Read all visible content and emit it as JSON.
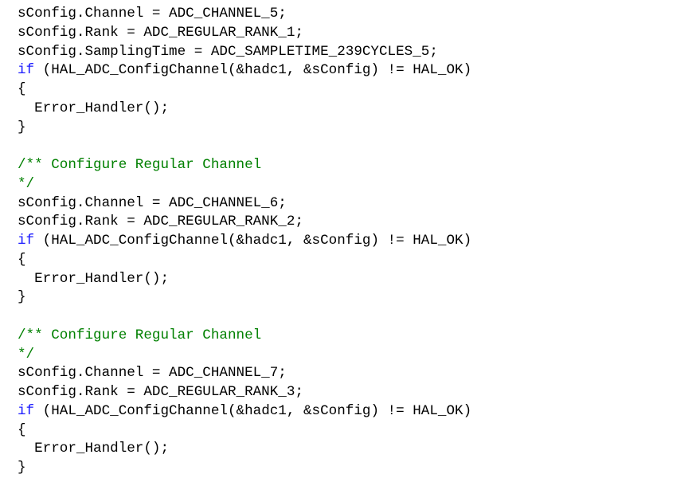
{
  "colors": {
    "background": "#ffffff",
    "text": "#000000",
    "keyword": "#1a1aff",
    "comment": "#008000"
  },
  "code": {
    "lines": [
      {
        "type": "code",
        "text": "sConfig.Channel = ADC_CHANNEL_5;"
      },
      {
        "type": "code",
        "text": "sConfig.Rank = ADC_REGULAR_RANK_1;"
      },
      {
        "type": "code",
        "text": "sConfig.SamplingTime = ADC_SAMPLETIME_239CYCLES_5;"
      },
      {
        "type": "if",
        "keyword": "if",
        "text": " (HAL_ADC_ConfigChannel(&hadc1, &sConfig) != HAL_OK)"
      },
      {
        "type": "code",
        "text": "{"
      },
      {
        "type": "code",
        "text": "  Error_Handler();"
      },
      {
        "type": "code",
        "text": "}"
      },
      {
        "type": "blank",
        "text": ""
      },
      {
        "type": "comment",
        "text": "/** Configure Regular Channel"
      },
      {
        "type": "comment",
        "text": "*/"
      },
      {
        "type": "code",
        "text": "sConfig.Channel = ADC_CHANNEL_6;"
      },
      {
        "type": "code",
        "text": "sConfig.Rank = ADC_REGULAR_RANK_2;"
      },
      {
        "type": "if",
        "keyword": "if",
        "text": " (HAL_ADC_ConfigChannel(&hadc1, &sConfig) != HAL_OK)"
      },
      {
        "type": "code",
        "text": "{"
      },
      {
        "type": "code",
        "text": "  Error_Handler();"
      },
      {
        "type": "code",
        "text": "}"
      },
      {
        "type": "blank",
        "text": ""
      },
      {
        "type": "comment",
        "text": "/** Configure Regular Channel"
      },
      {
        "type": "comment",
        "text": "*/"
      },
      {
        "type": "code",
        "text": "sConfig.Channel = ADC_CHANNEL_7;"
      },
      {
        "type": "code",
        "text": "sConfig.Rank = ADC_REGULAR_RANK_3;"
      },
      {
        "type": "if",
        "keyword": "if",
        "text": " (HAL_ADC_ConfigChannel(&hadc1, &sConfig) != HAL_OK)"
      },
      {
        "type": "code",
        "text": "{"
      },
      {
        "type": "code",
        "text": "  Error_Handler();"
      },
      {
        "type": "code",
        "text": "}"
      }
    ]
  }
}
